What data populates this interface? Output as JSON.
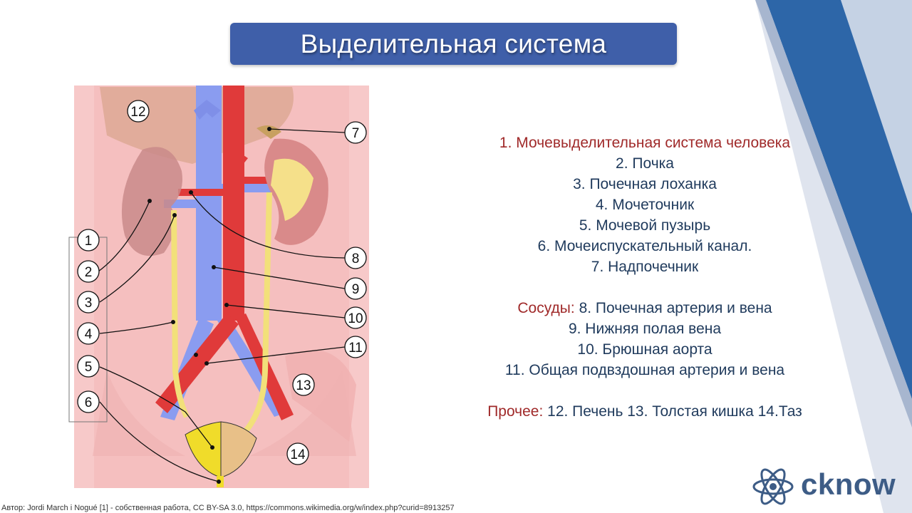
{
  "title": "Выделительная система",
  "colors": {
    "title_bg": "#3f5fa9",
    "vein": "#8a9cf0",
    "artery": "#e03a3a",
    "ureter": "#f2e07a",
    "kidney": "#c98a8a",
    "bladder": "#f0dc2a",
    "accent_red": "#a02a2a",
    "text_blue": "#1f3a5c"
  },
  "diagram": {
    "markers": [
      "1",
      "2",
      "3",
      "4",
      "5",
      "6",
      "7",
      "8",
      "9",
      "10",
      "11",
      "12",
      "13",
      "14"
    ]
  },
  "legend": {
    "organs": [
      "1. Мочевыделительная система человека",
      "2. Почка",
      "3. Почечная лоханка",
      "4. Мочеточник",
      "5. Мочевой пузырь",
      "6. Мочеиспускательный канал.",
      "7. Надпочечник"
    ],
    "vessels_heading": "Сосуды:",
    "vessels": [
      "8. Почечная артерия и вена",
      "9. Нижняя полая вена",
      "10. Брюшная аорта",
      "11. Общая подвздошная артерия и вена"
    ],
    "other_heading": "Прочее:",
    "other": "12. Печень 13. Толстая кишка 14.Таз"
  },
  "credit": "Автор: Jordi March i Nogué [1] - собственная работа, CC BY-SA 3.0, https://commons.wikimedia.org/w/index.php?curid=8913257",
  "logo": {
    "text": "cknow",
    "icon": "atom-icon"
  }
}
